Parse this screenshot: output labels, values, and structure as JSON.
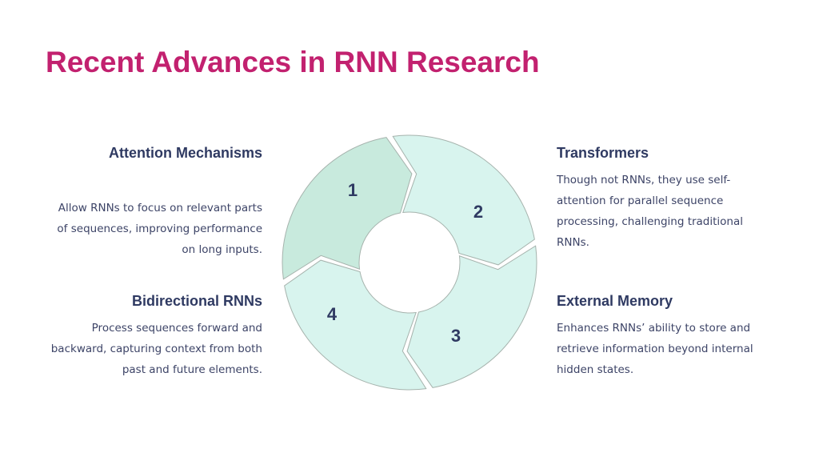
{
  "title": "Recent Advances in RNN Research",
  "colors": {
    "title": "#c2216f",
    "heading": "#2f3a62",
    "segment_light": "#d8f4ee",
    "segment_dark": "#c8eadd",
    "segment_stroke": "#a6b3ad"
  },
  "items": [
    {
      "number": "1",
      "heading": "Attention Mechanisms",
      "text": "Allow RNNs to focus on relevant parts of sequences, improving performance on long inputs."
    },
    {
      "number": "2",
      "heading": "Transformers",
      "text": "Though not RNNs, they use self-attention for parallel sequence processing, challenging traditional RNNs."
    },
    {
      "number": "3",
      "heading": "External Memory",
      "text": "Enhances RNNs’ ability to store and retrieve information beyond internal hidden states."
    },
    {
      "number": "4",
      "heading": "Bidirectional RNNs",
      "text": "Process sequences forward and backward, capturing context from both past and future elements."
    }
  ]
}
